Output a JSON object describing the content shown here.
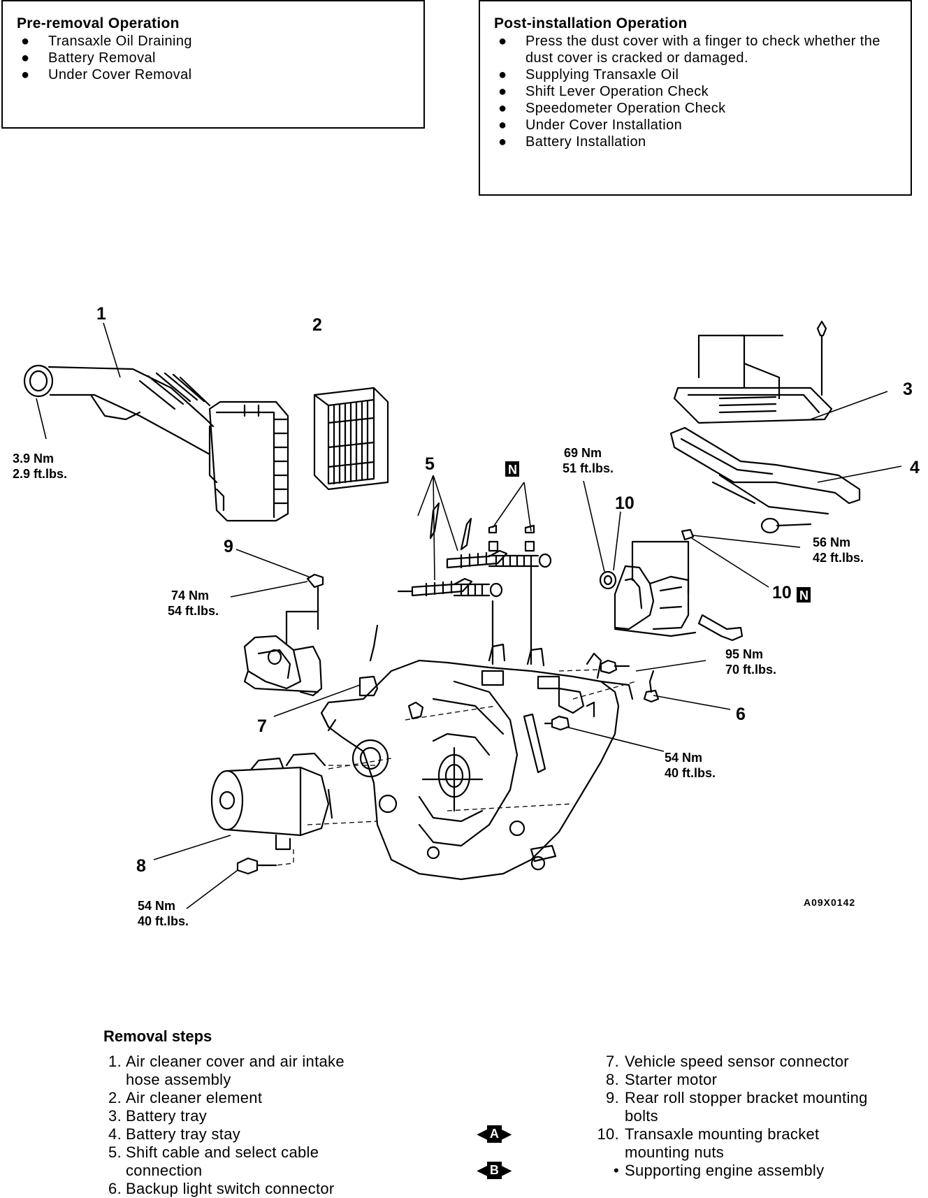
{
  "pre_removal": {
    "title": "Pre-removal Operation",
    "items": [
      "Transaxle Oil Draining",
      "Battery Removal",
      "Under Cover Removal"
    ]
  },
  "post_installation": {
    "title": "Post-installation Operation",
    "items": [
      "Press the dust cover with a finger to check whether the dust cover is cracked or damaged.",
      "Supplying Transaxle Oil",
      "Shift Lever Operation Check",
      "Speedometer Operation Check",
      "Under Cover Installation",
      "Battery Installation"
    ]
  },
  "diagram": {
    "callouts": [
      "1",
      "2",
      "3",
      "4",
      "5",
      "6",
      "7",
      "8",
      "9",
      "10",
      "10"
    ],
    "new_part_mark": "N",
    "torque_specs": [
      {
        "nm": "3.9 Nm",
        "ftlbs": "2.9 ft.lbs."
      },
      {
        "nm": "69 Nm",
        "ftlbs": "51 ft.lbs."
      },
      {
        "nm": "56 Nm",
        "ftlbs": "42 ft.lbs."
      },
      {
        "nm": "74 Nm",
        "ftlbs": "54 ft.lbs."
      },
      {
        "nm": "95 Nm",
        "ftlbs": "70 ft.lbs."
      },
      {
        "nm": "54 Nm",
        "ftlbs": "40 ft.lbs."
      },
      {
        "nm": "54 Nm",
        "ftlbs": "40 ft.lbs."
      }
    ],
    "figure_code": "A09X0142"
  },
  "removal_steps": {
    "title": "Removal steps",
    "left": [
      {
        "num": "1.",
        "text": "Air cleaner cover and air intake",
        "cont": "hose assembly"
      },
      {
        "num": "2.",
        "text": "Air cleaner element"
      },
      {
        "num": "3.",
        "text": "Battery tray"
      },
      {
        "num": "4.",
        "text": "Battery tray stay"
      },
      {
        "num": "5.",
        "text": "Shift cable and select cable",
        "cont": "connection"
      },
      {
        "num": "6.",
        "text": "Backup light switch connector"
      }
    ],
    "right": [
      {
        "num": "7.",
        "text": "Vehicle speed sensor connector"
      },
      {
        "num": "8.",
        "text": "Starter motor"
      },
      {
        "num": "9.",
        "text": "Rear roll stopper bracket mounting",
        "cont": "bolts"
      },
      {
        "num": "10.",
        "text": "Transaxle mounting bracket",
        "cont": "mounting nuts"
      },
      {
        "num": "•",
        "text": "Supporting engine assembly"
      }
    ],
    "markers": [
      "A",
      "B"
    ]
  }
}
